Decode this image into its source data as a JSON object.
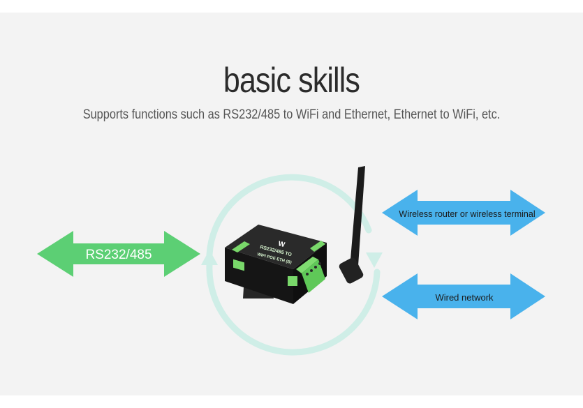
{
  "header": {
    "title": "basic skills",
    "subtitle": "Supports functions such as RS232/485 to WiFi and Ethernet, Ethernet to WiFi, etc."
  },
  "arrows": {
    "left": {
      "label": "RS232/485",
      "color": "#5ccf74",
      "text_color": "#ffffff"
    },
    "top_right": {
      "label": "Wireless router or wireless terminal",
      "color": "#49b2ec",
      "text_color": "#1a1a1a"
    },
    "bottom_right": {
      "label": "Wired network",
      "color": "#49b2ec",
      "text_color": "#1a1a1a"
    }
  },
  "device": {
    "model_text": "RS232/485 TO",
    "model_text_2": "WIFI POE ETH (B)",
    "logo": "W"
  },
  "colors": {
    "ring": "#c8ece6",
    "device_body": "#1c1c1c",
    "device_accent": "#79d86a"
  }
}
